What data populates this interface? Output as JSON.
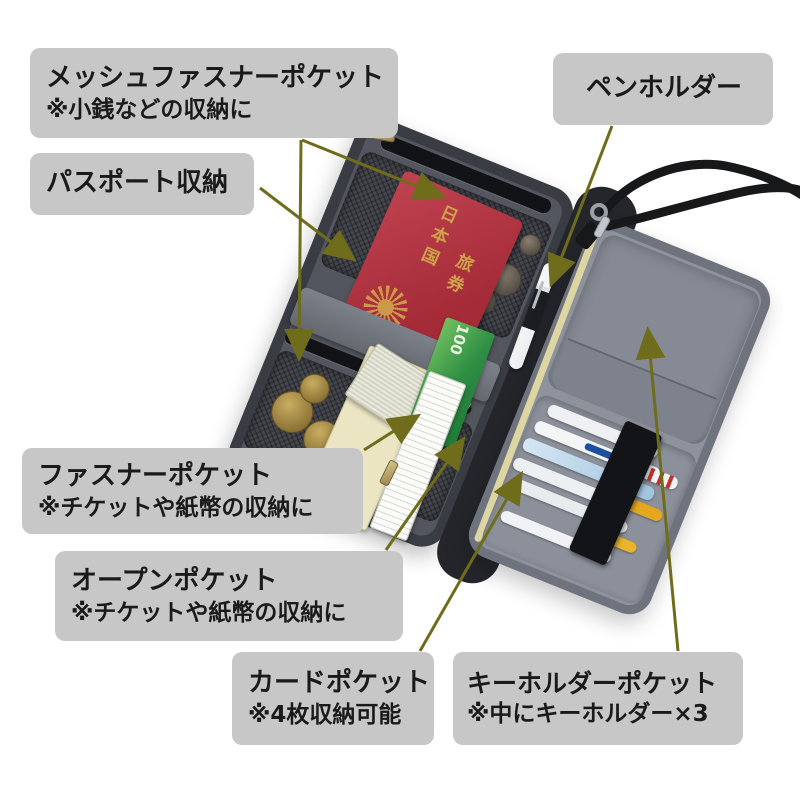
{
  "diagram": {
    "background": "#ffffff",
    "callout_style": {
      "box_color": "#c7c7c7",
      "text_color": "#1a1a1a",
      "line_color": "#6f6c1b"
    },
    "callouts": [
      {
        "id": "mesh-zipper-pocket",
        "title": "メッシュファスナーポケット",
        "note": "※小銭などの収納に"
      },
      {
        "id": "passport-storage",
        "title": "パスポート収納"
      },
      {
        "id": "pen-holder",
        "title": "ペンホルダー"
      },
      {
        "id": "zipper-pocket",
        "title": "ファスナーポケット",
        "note": "※チケットや紙幣の収納に"
      },
      {
        "id": "open-pocket",
        "title": "オープンポケット",
        "note": "※チケットや紙幣の収納に"
      },
      {
        "id": "card-pocket",
        "title": "カードポケット",
        "note": "※4枚収納可能"
      },
      {
        "id": "keyholder-pocket",
        "title": "キーホルダーポケット",
        "note": "※中にキーホルダー×3"
      }
    ]
  },
  "product": {
    "type": "travel-organizer-wallet",
    "passport": {
      "country_label": "日本国",
      "document_label": "旅券",
      "cover_color": "#b23744"
    },
    "bill_number": "100",
    "colors": {
      "left_panel": "#53565e",
      "right_panel": "#8d929c",
      "strap": "#17181a",
      "piping": "#ddd6a2",
      "elastic_band": "#131418",
      "annotation_line": "#6f6c1b"
    }
  }
}
